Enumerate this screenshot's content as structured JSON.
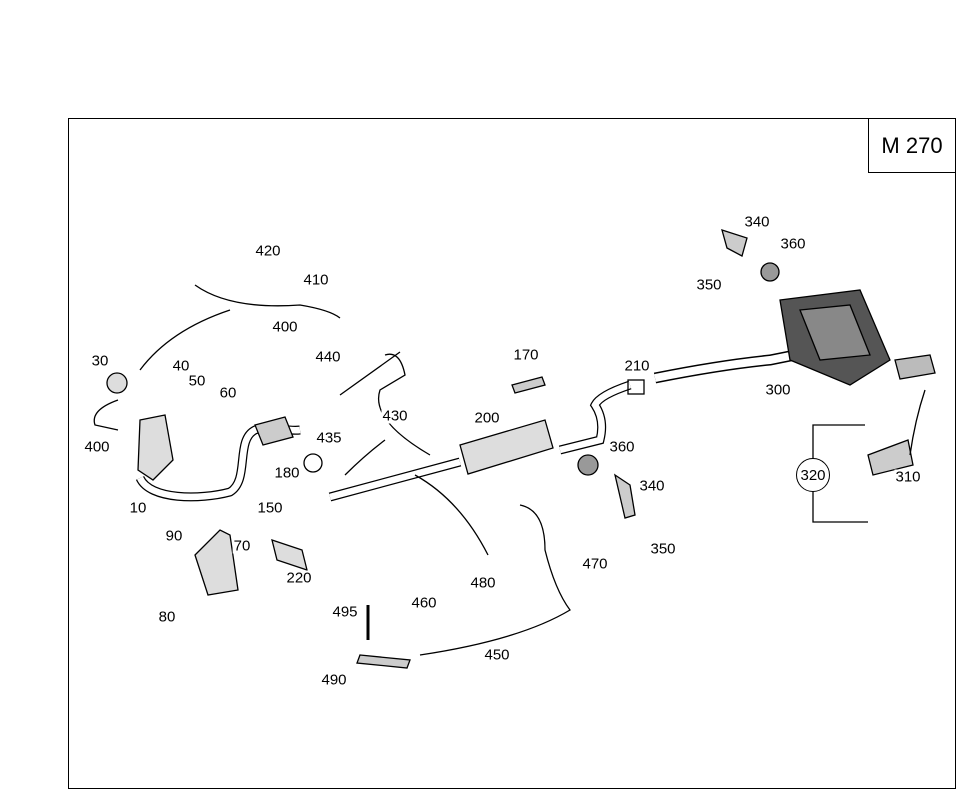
{
  "diagram": {
    "model": "M 270",
    "group_label": "320",
    "labels": [
      "420",
      "410",
      "400",
      "30",
      "40",
      "50",
      "60",
      "400",
      "10",
      "440",
      "430",
      "435",
      "180",
      "150",
      "220",
      "90",
      "70",
      "80",
      "170",
      "200",
      "210",
      "300",
      "360",
      "340",
      "350",
      "470",
      "480",
      "460",
      "495",
      "450",
      "490",
      "340",
      "360",
      "350",
      "310"
    ]
  }
}
